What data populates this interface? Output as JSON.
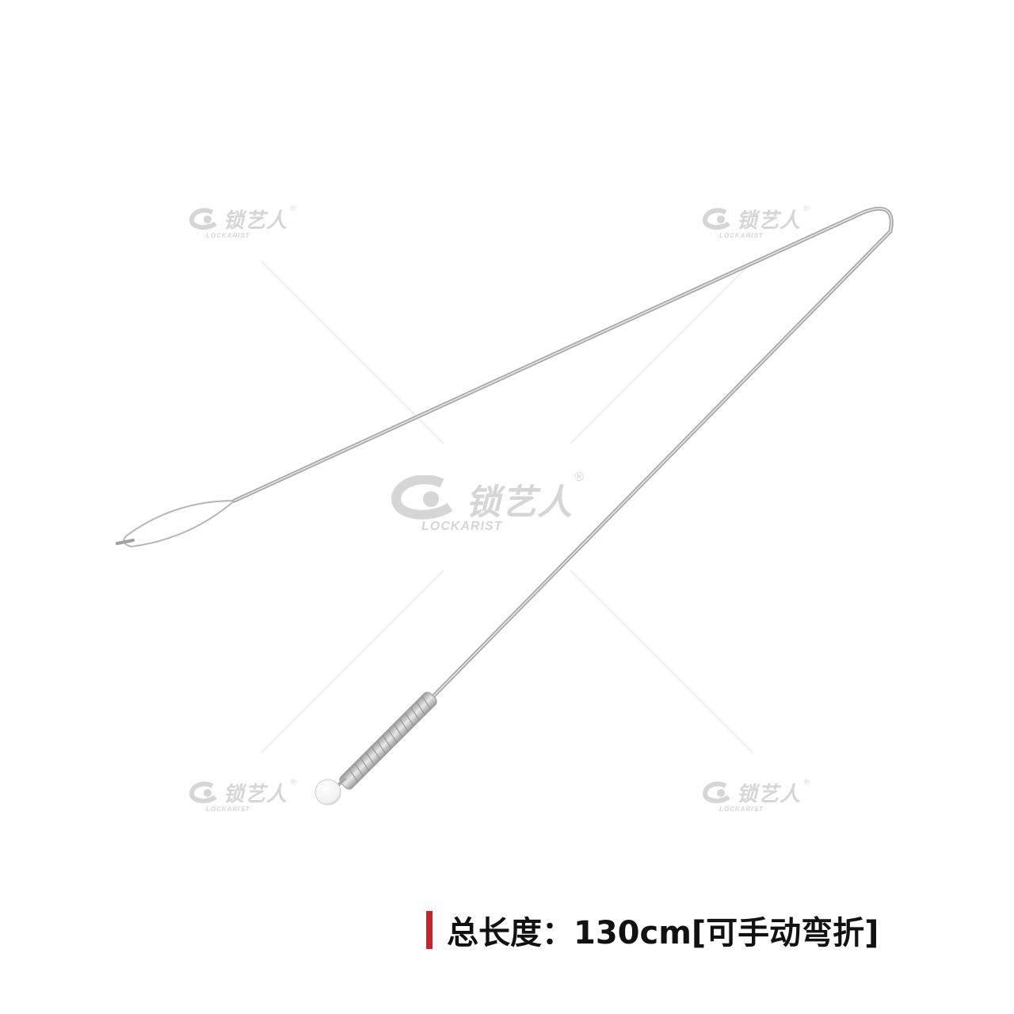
{
  "watermark": {
    "brand": "锁艺人",
    "sub": "LOCKARIST",
    "registered": "®",
    "color": "#d6d6d6"
  },
  "caption": {
    "text": "总长度：130cm[可手动弯折]",
    "accent_color": "#c0282d"
  },
  "product": {
    "icon": "wire-loop-tool-icon"
  }
}
